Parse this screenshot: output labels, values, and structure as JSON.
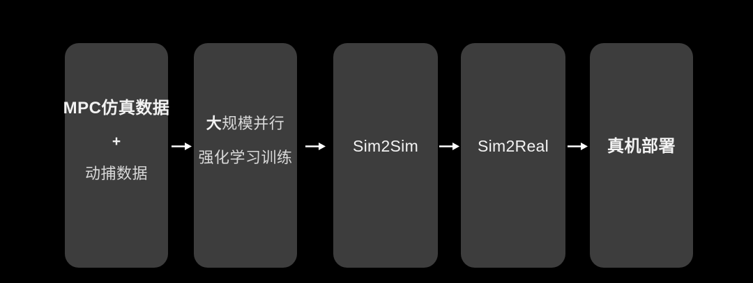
{
  "colors": {
    "bg": "#000000",
    "box-fill": "#3d3d3d",
    "text-bright": "#f2f2f2",
    "text-regular": "#d9d9d9",
    "arrow": "#ffffff"
  },
  "flow": {
    "nodes": [
      {
        "line1": "MPC仿真数据",
        "line2": "+",
        "line3": "动捕数据"
      },
      {
        "line1_bold": "大",
        "line1_rest": "规模并行",
        "line2": "强化学习训练"
      },
      {
        "label": "Sim2Sim"
      },
      {
        "label": "Sim2Real"
      },
      {
        "label": "真机部署"
      }
    ]
  }
}
